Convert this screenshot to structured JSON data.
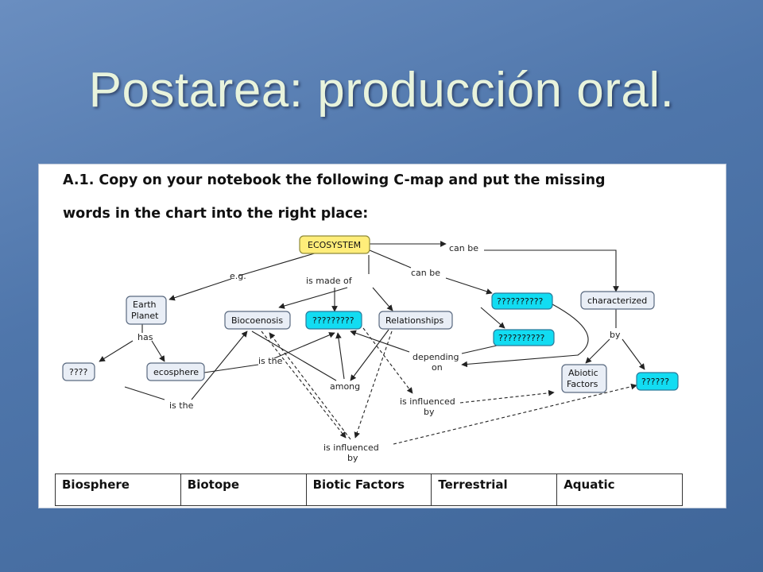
{
  "slide": {
    "title": "Postarea: producción oral."
  },
  "instructions": {
    "line1": "A.1. Copy on your notebook the following C-map and put the missing",
    "line2": "words in the chart into the right place:"
  },
  "concept_map": {
    "nodes": {
      "ecosystem": "ECOSYSTEM",
      "earth_planet": [
        "Earth",
        "Planet"
      ],
      "unknown4": "????",
      "ecosphere": "ecosphere",
      "biocoenosis": "Biocoenosis",
      "unknown9": "?????????",
      "relationships": "Relationships",
      "unknown10a": "??????????",
      "unknown10b": "??????????",
      "characterized": "characterized",
      "abiotic": [
        "Abiotic",
        "Factors"
      ],
      "unknown6": "??????"
    },
    "labels": {
      "eg": "e.g.",
      "is_made_of": "is made of",
      "can_be_right": "can be",
      "can_be_mid": "can be",
      "has": "has",
      "is_the_upper": "is the",
      "is_the_lower": "is the",
      "among": "among",
      "depending_on": [
        "depending",
        "on"
      ],
      "by": "by",
      "influenced_mid": [
        "is influenced",
        "by"
      ],
      "influenced_bottom": [
        "is influenced",
        "by"
      ]
    }
  },
  "word_bank": [
    "Biosphere",
    "Biotope",
    "Biotic Factors",
    "Terrestrial",
    "Aquatic"
  ]
}
